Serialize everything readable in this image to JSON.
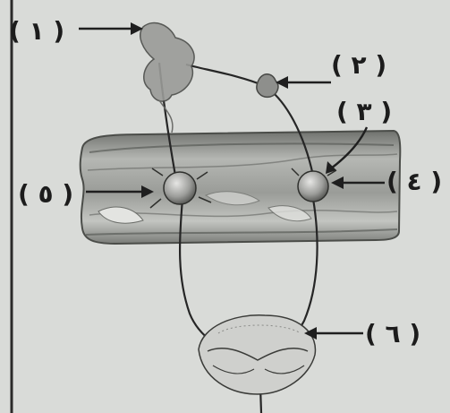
{
  "labels": {
    "one": "( ١ )",
    "two": "( ٢ )",
    "three": "( ٣ )",
    "four": "( ٤ )",
    "five": "( ٥ )",
    "six": "( ٦ )"
  },
  "colors": {
    "background": "#d9dbd8",
    "ink": "#1c1c1c",
    "cord_fill": "#8e908c",
    "cord_dark": "#5c5e5a"
  }
}
